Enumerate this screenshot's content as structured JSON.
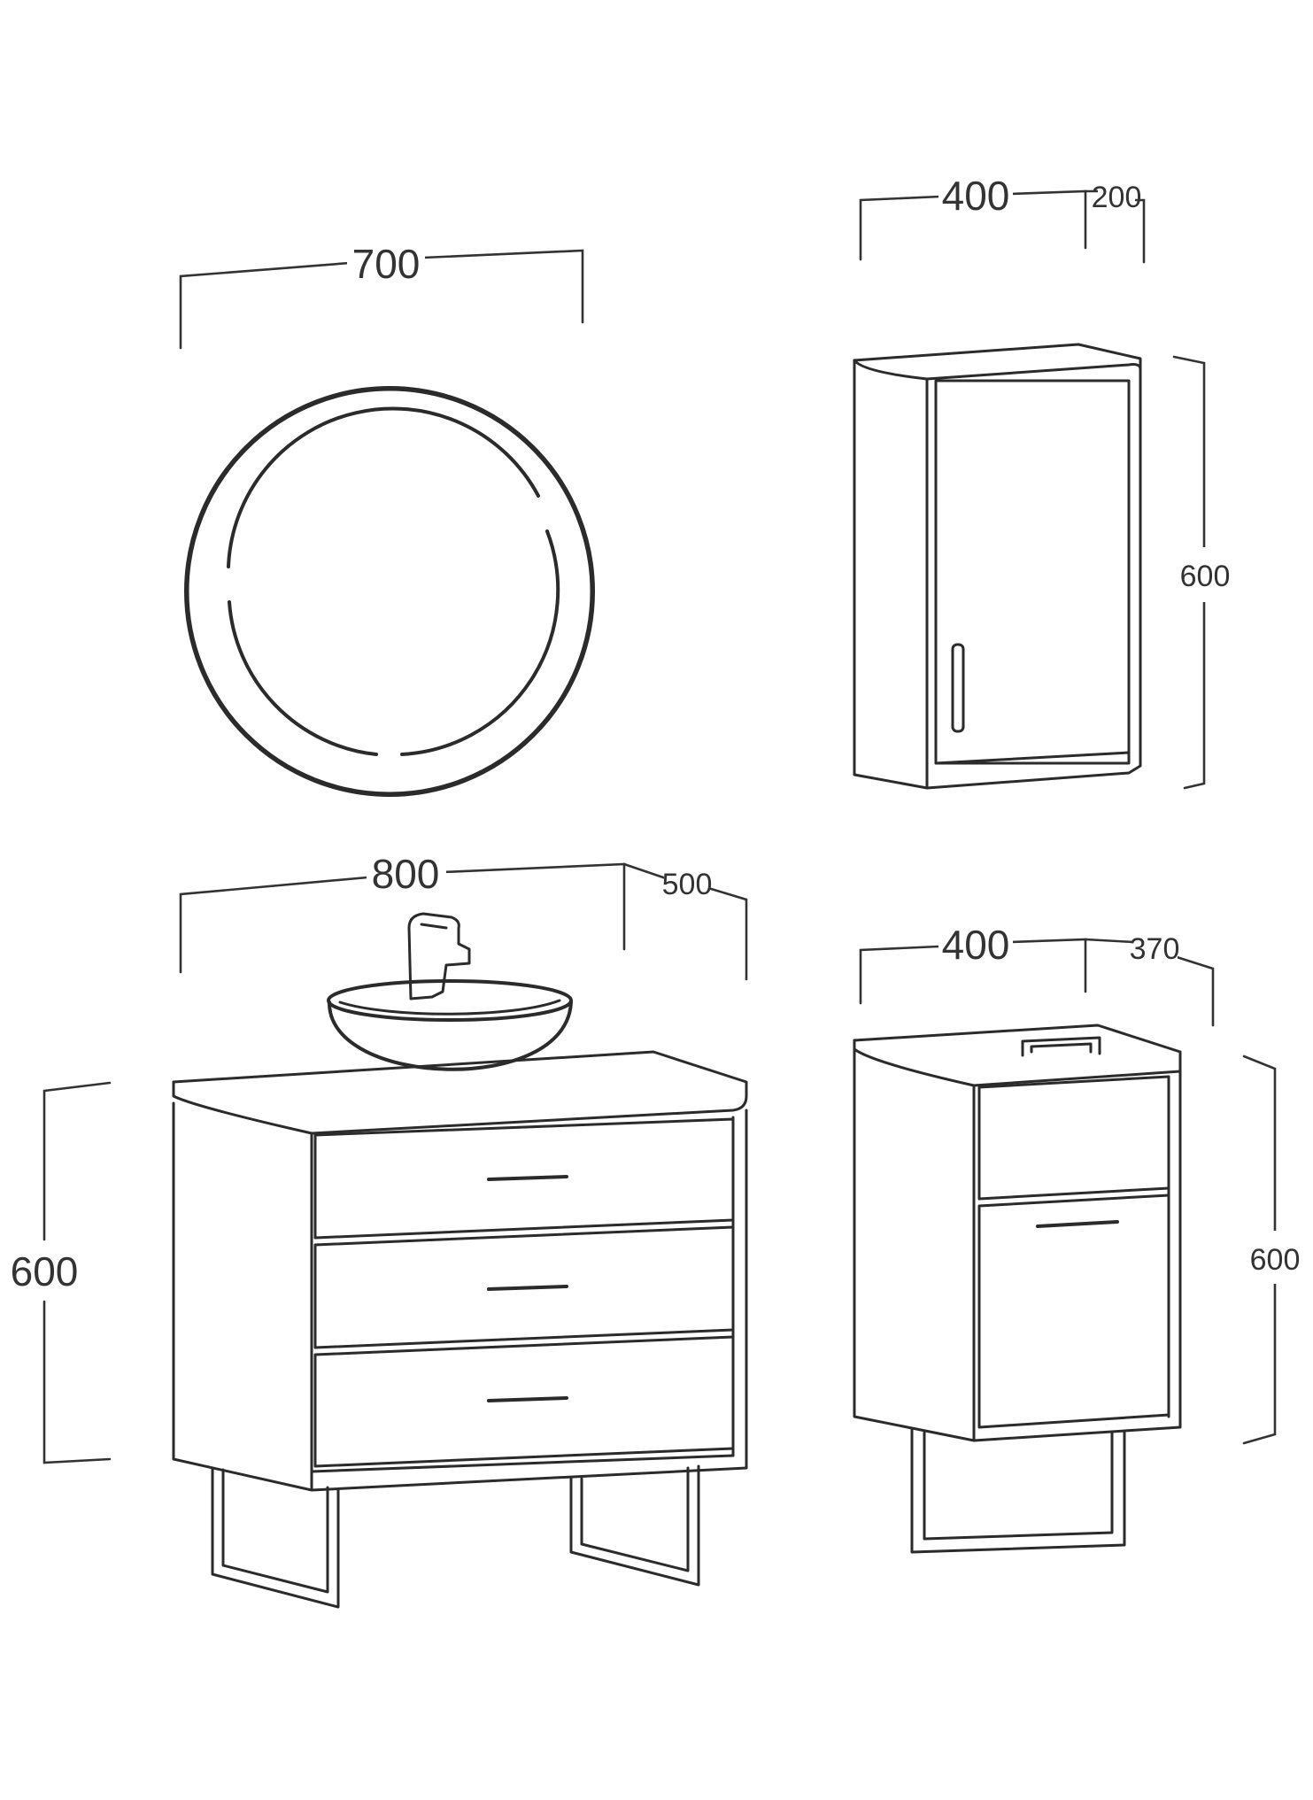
{
  "diagram": {
    "mirror": {
      "width_label": "700"
    },
    "wall_cabinet": {
      "width_label": "400",
      "depth_label": "200",
      "height_label": "600"
    },
    "vanity_unit": {
      "width_label": "800",
      "depth_label": "500",
      "height_label": "600"
    },
    "side_cabinet": {
      "width_label": "400",
      "depth_label": "370",
      "height_label": "600"
    },
    "line_color": "#2b2b2b",
    "background": "#ffffff"
  }
}
